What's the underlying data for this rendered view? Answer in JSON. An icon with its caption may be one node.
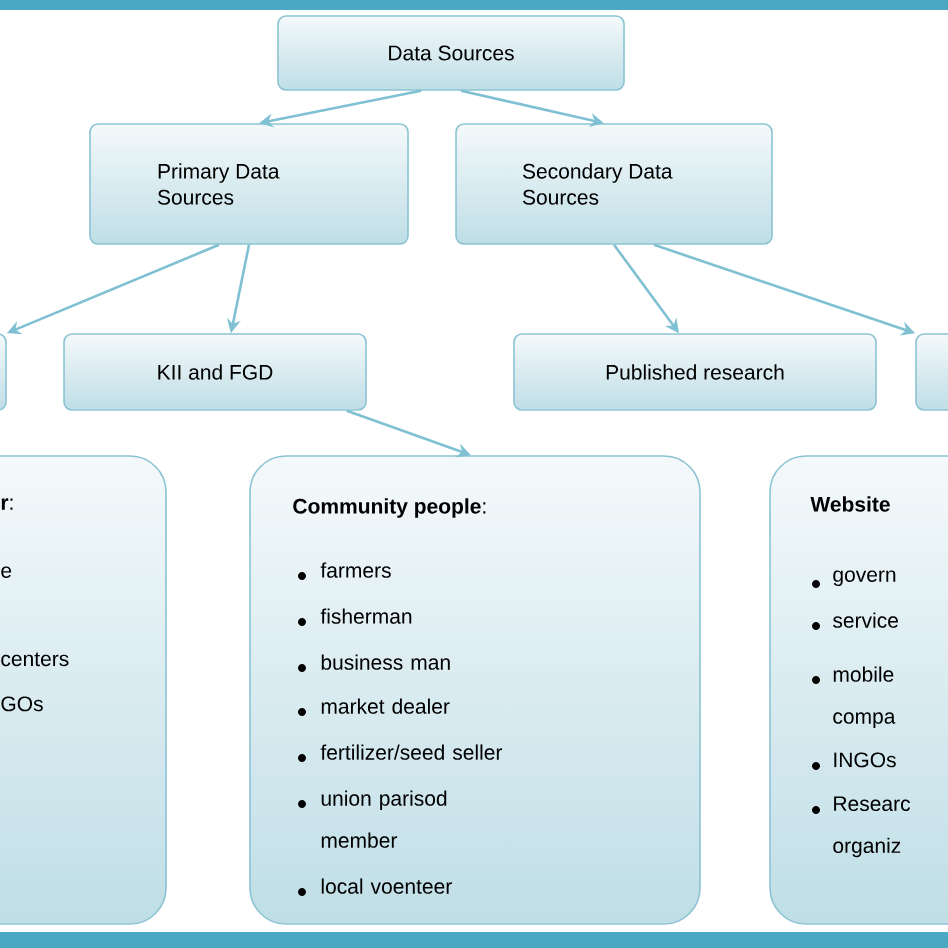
{
  "diagram": {
    "nodes": [
      {
        "text": [
          "Data Sources"
        ]
      },
      {
        "text": [
          "Primary Data Sources"
        ]
      },
      {
        "text": [
          "Secondary Data Sources"
        ]
      },
      {
        "text": [],
        "shape": "box"
      },
      {
        "text": [
          "KII and FGD"
        ]
      },
      {
        "text": [
          "Published research"
        ]
      },
      {
        "text": [],
        "shape": "box"
      },
      {
        "text": [
          "**r**:",
          "e",
          "centers",
          "GOs"
        ]
      },
      {
        "text": [
          "**Community people**:",
          "farmers",
          "fisherman",
          "business man",
          "market dealer",
          "fertilizer/seed seller",
          "union parisod member",
          "local voenteer"
        ]
      },
      {
        "text": [
          "**Website**",
          "govern",
          "service",
          "mobile compa",
          "INGOs",
          "Researc organiz"
        ]
      }
    ],
    "edges": [
      {
        "from": 0,
        "to": 1,
        "arrow": "to"
      },
      {
        "from": 0,
        "to": 2,
        "arrow": "to"
      },
      {
        "from": 1,
        "to": 3,
        "arrow": "to"
      },
      {
        "from": 1,
        "to": 4,
        "arrow": "to"
      },
      {
        "from": 2,
        "to": 5,
        "arrow": "to"
      },
      {
        "from": 2,
        "to": 6,
        "arrow": "to"
      },
      {
        "from": 4,
        "to": 8,
        "arrow": "to"
      }
    ]
  }
}
